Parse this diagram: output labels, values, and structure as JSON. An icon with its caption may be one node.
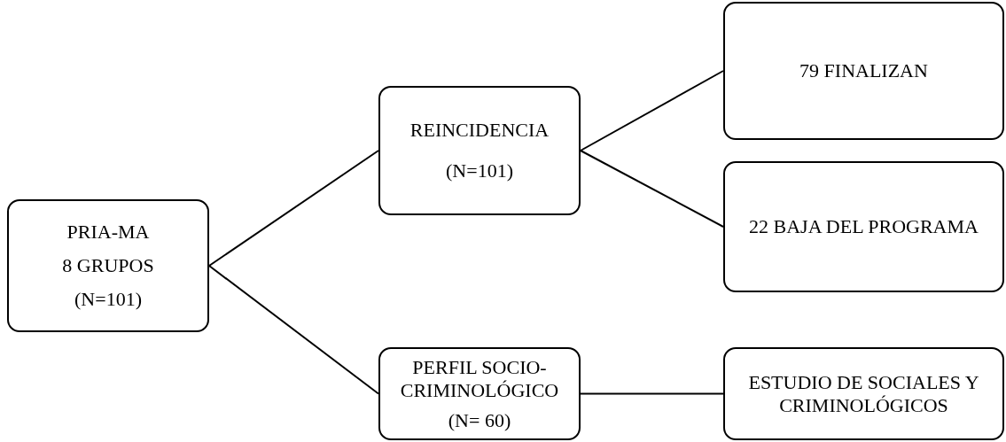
{
  "diagram": {
    "nodes": [
      {
        "text": [
          "PRIA-MA",
          "8 GRUPOS",
          "(N=101)"
        ]
      },
      {
        "text": [
          "REINCIDENCIA",
          "(N=101)"
        ]
      },
      {
        "text": [
          "PERFIL SOCIO-CRIMINOLÓGICO",
          "(N= 60)"
        ]
      },
      {
        "text": [
          "79 FINALIZAN"
        ]
      },
      {
        "text": [
          "22 BAJA DEL PROGRAMA"
        ]
      },
      {
        "text": [
          "ESTUDIO DE SOCIALES Y CRIMINOLÓGICOS"
        ]
      }
    ],
    "edges": [
      {
        "from": 0,
        "to": 1,
        "arrow": "none"
      },
      {
        "from": 0,
        "to": 2,
        "arrow": "none"
      },
      {
        "from": 1,
        "to": 3,
        "arrow": "none"
      },
      {
        "from": 1,
        "to": 4,
        "arrow": "none"
      },
      {
        "from": 2,
        "to": 5,
        "arrow": "none"
      }
    ]
  }
}
